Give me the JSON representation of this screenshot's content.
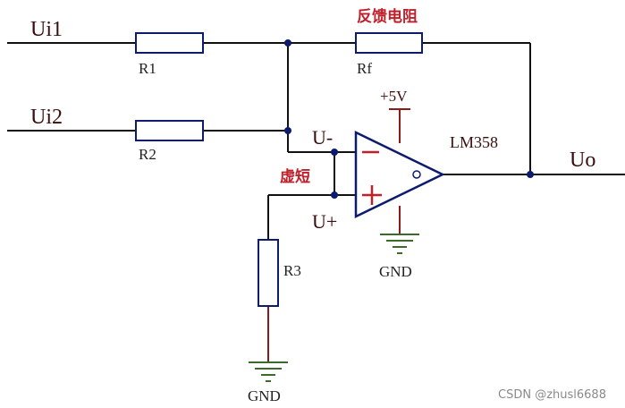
{
  "inputs": {
    "ui1": "Ui1",
    "ui2": "Ui2"
  },
  "output": "Uo",
  "resistors": {
    "r1": "R1",
    "r2": "R2",
    "r3": "R3",
    "rf": "Rf"
  },
  "feedback_label": "反馈电阻",
  "virtual_short_label": "虚短",
  "pins": {
    "u_minus": "U-",
    "u_plus": "U+"
  },
  "opamp": {
    "part": "LM358",
    "supply": "+5V",
    "minus_sign": "−",
    "plus_sign": "+"
  },
  "ground": {
    "opamp_gnd": "GND",
    "r3_gnd": "GND"
  },
  "watermark": "CSDN @zhusl6688",
  "colors": {
    "wire": "#111111",
    "component": "#0d1b6e",
    "label": "#3a0d0d",
    "accent": "#c0202a",
    "ground": "#3a6b2a"
  }
}
